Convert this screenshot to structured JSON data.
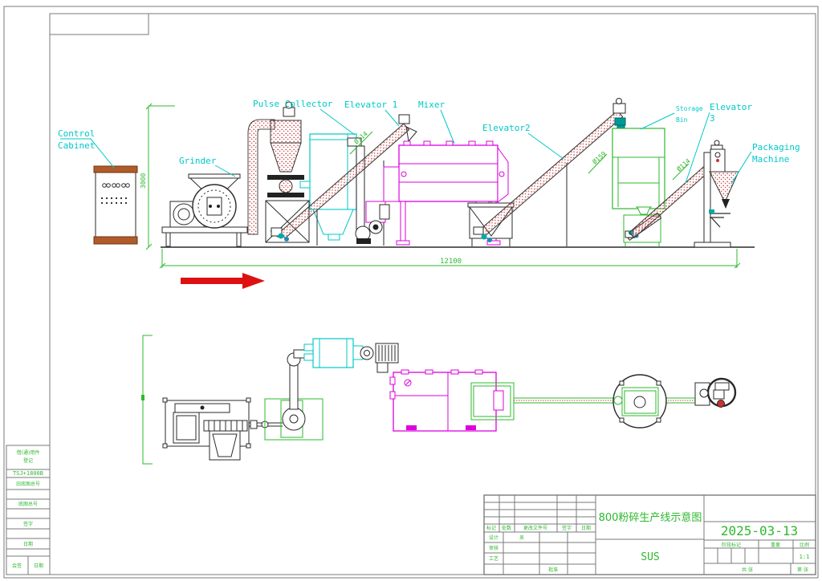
{
  "palette": {
    "label_cyan": "#00c8c8",
    "annotation_green": "#2eb82e",
    "mixer_magenta": "#dd00dd",
    "arrow_red": "#dd1111",
    "grain_red": "#cc5555",
    "cabinet_brown": "#b05c2a",
    "teal_fitting": "#009999",
    "line_black": "#2a2a2a"
  },
  "equipment_labels": {
    "control_cabinet_line1": "Control",
    "control_cabinet_line2": "Cabinet",
    "grinder": "Grinder",
    "pulse_collector": "Pulse Collector",
    "elevator1": "Elevator 1",
    "mixer": "Mixer",
    "elevator2": "Elevator2",
    "storage_bin_line1": "Storage",
    "storage_bin_line2": "Bin",
    "elevator3_line1": "Elevator",
    "elevator3_line2": "3",
    "packaging_line1": "Packaging",
    "packaging_line2": "Machine"
  },
  "dimensions": {
    "line_height": "3000",
    "total_length": "12100",
    "elevator1_diameter": "Ø114",
    "elevator2_diameter": "Ø159",
    "elevator3_diameter": "Ø114"
  },
  "title_block": {
    "drawing_title": "800粉碎生产线示意图",
    "date": "2025-03-13",
    "material": "SUS",
    "scale_value": "1:1",
    "col_mark": "标记",
    "col_count": "处数",
    "col_change_doc": "更改文件号",
    "col_sign": "签字",
    "col_date": "日期",
    "row_design": "设计",
    "row_design_sign": "吴",
    "row_check": "审核",
    "row_process": "工艺",
    "row_approve": "批准",
    "stage_mark": "阶段标记",
    "weight": "重量",
    "scale_label": "比例",
    "sheet_total": "共 张",
    "sheet_no": "第 张"
  },
  "side_strip": {
    "borrow_line1": "借(通)用件",
    "borrow_line2": "登记",
    "drawing_code": "TSJ+1800B",
    "old_base_no": "旧底图总号",
    "base_no": "底图总号",
    "sign": "签字",
    "date": "日期",
    "bottom_left": "会签",
    "bottom_right": "日期"
  }
}
